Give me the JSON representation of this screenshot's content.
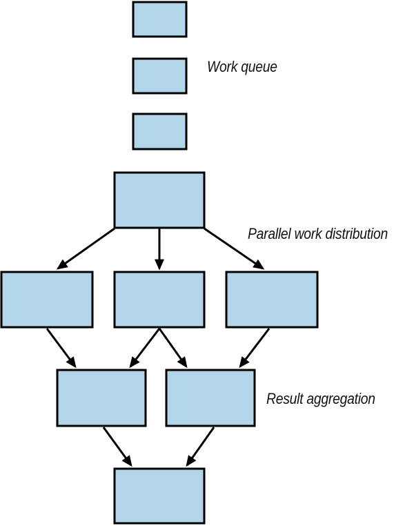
{
  "diagram": {
    "type": "flow-diagram",
    "labels": {
      "work_queue": "Work queue",
      "parallel_work_distribution": "Parallel work distribution",
      "result_aggregation": "Result aggregation"
    },
    "colors": {
      "node_fill": "#b3d5ea",
      "node_border": "#000000",
      "arrow": "#000000",
      "background": "#ffffff",
      "label_text": "#111111"
    },
    "nodes": [
      {
        "id": "queue-item-1",
        "role": "work queue item",
        "label": ""
      },
      {
        "id": "queue-item-2",
        "role": "work queue item",
        "label": ""
      },
      {
        "id": "queue-item-3",
        "role": "work queue item",
        "label": ""
      },
      {
        "id": "distributor",
        "role": "parallel work distributor",
        "label": ""
      },
      {
        "id": "worker-1",
        "role": "parallel worker",
        "label": ""
      },
      {
        "id": "worker-2",
        "role": "parallel worker",
        "label": ""
      },
      {
        "id": "worker-3",
        "role": "parallel worker",
        "label": ""
      },
      {
        "id": "aggregator-1",
        "role": "result aggregator",
        "label": ""
      },
      {
        "id": "aggregator-2",
        "role": "result aggregator",
        "label": ""
      },
      {
        "id": "final-result",
        "role": "final result",
        "label": ""
      }
    ],
    "edges": [
      {
        "from": "distributor",
        "to": "worker-1"
      },
      {
        "from": "distributor",
        "to": "worker-2"
      },
      {
        "from": "distributor",
        "to": "worker-3"
      },
      {
        "from": "worker-1",
        "to": "aggregator-1"
      },
      {
        "from": "worker-2",
        "to": "aggregator-1"
      },
      {
        "from": "worker-2",
        "to": "aggregator-2"
      },
      {
        "from": "worker-3",
        "to": "aggregator-2"
      },
      {
        "from": "aggregator-1",
        "to": "final-result"
      },
      {
        "from": "aggregator-2",
        "to": "final-result"
      }
    ]
  }
}
